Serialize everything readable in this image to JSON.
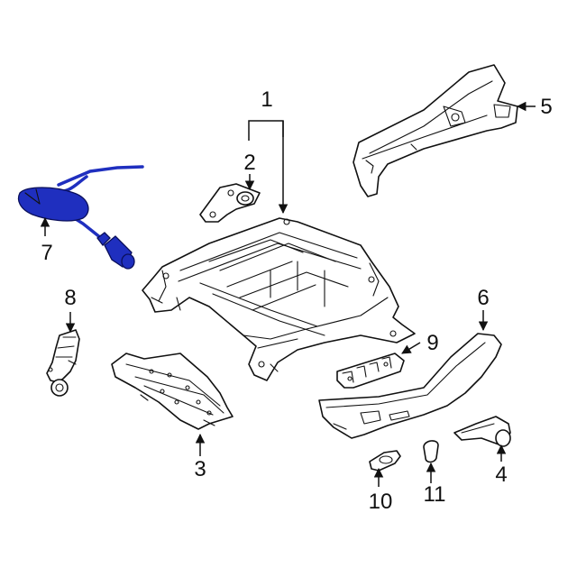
{
  "callouts": [
    {
      "id": "1",
      "label": "1"
    },
    {
      "id": "2",
      "label": "2"
    },
    {
      "id": "3",
      "label": "3"
    },
    {
      "id": "4",
      "label": "4"
    },
    {
      "id": "5",
      "label": "5"
    },
    {
      "id": "6",
      "label": "6"
    },
    {
      "id": "7",
      "label": "7"
    },
    {
      "id": "8",
      "label": "8"
    },
    {
      "id": "9",
      "label": "9"
    },
    {
      "id": "10",
      "label": "10"
    },
    {
      "id": "11",
      "label": "11"
    }
  ],
  "colors": {
    "line": "#111111",
    "highlight": "#1f2fbf",
    "highlight_edge": "#0a0f5a",
    "background": "#ffffff"
  }
}
